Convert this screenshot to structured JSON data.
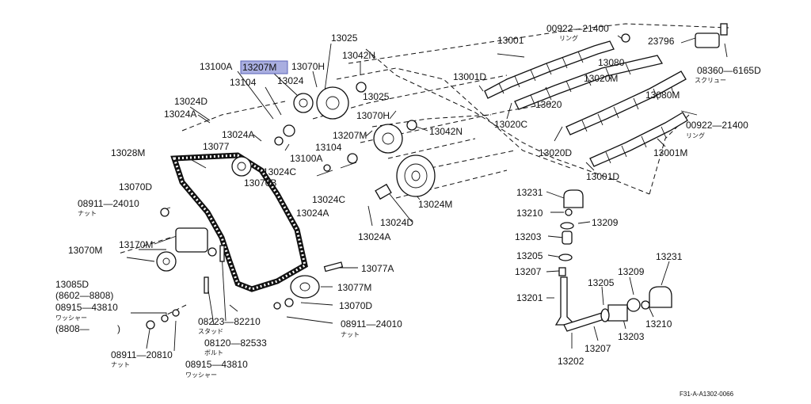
{
  "diagram": {
    "highlighted_part": "13207M",
    "footer_code": "F31-A-A1302-0066",
    "labels": [
      {
        "id": "l1",
        "text": "13025"
      },
      {
        "id": "l2",
        "text": "00922—21400"
      },
      {
        "id": "l3",
        "text": "リング"
      },
      {
        "id": "l4",
        "text": "13001"
      },
      {
        "id": "l5",
        "text": "23796"
      },
      {
        "id": "l6",
        "text": "13100A"
      },
      {
        "id": "l7",
        "text": "13207M"
      },
      {
        "id": "l8",
        "text": "13070H"
      },
      {
        "id": "l9",
        "text": "13042N"
      },
      {
        "id": "l10",
        "text": "13080"
      },
      {
        "id": "l11",
        "text": "08360—6165D"
      },
      {
        "id": "l12",
        "text": "スクリュー"
      },
      {
        "id": "l13",
        "text": "13104"
      },
      {
        "id": "l14",
        "text": "13024"
      },
      {
        "id": "l15",
        "text": "13001D"
      },
      {
        "id": "l16",
        "text": "13020M"
      },
      {
        "id": "l17",
        "text": "13024D"
      },
      {
        "id": "l18",
        "text": "13024A"
      },
      {
        "id": "l19",
        "text": "13025"
      },
      {
        "id": "l20",
        "text": "13020"
      },
      {
        "id": "l21",
        "text": "13080M"
      },
      {
        "id": "l22",
        "text": "13070H"
      },
      {
        "id": "l23",
        "text": "13024A"
      },
      {
        "id": "l24",
        "text": "13207M"
      },
      {
        "id": "l25",
        "text": "13042N"
      },
      {
        "id": "l26",
        "text": "13020C"
      },
      {
        "id": "l27",
        "text": "00922—21400"
      },
      {
        "id": "l28",
        "text": "リング"
      },
      {
        "id": "l29",
        "text": "13028M"
      },
      {
        "id": "l30",
        "text": "13077"
      },
      {
        "id": "l31",
        "text": "13104"
      },
      {
        "id": "l32",
        "text": "13100A"
      },
      {
        "id": "l33",
        "text": "13020D"
      },
      {
        "id": "l34",
        "text": "13001M"
      },
      {
        "id": "l35",
        "text": "13024C"
      },
      {
        "id": "l36",
        "text": "13070D"
      },
      {
        "id": "l37",
        "text": "13070B"
      },
      {
        "id": "l38",
        "text": "13024C"
      },
      {
        "id": "l39",
        "text": "13001D"
      },
      {
        "id": "l40",
        "text": "08911—24010"
      },
      {
        "id": "l41",
        "text": "ナット"
      },
      {
        "id": "l42",
        "text": "13024A"
      },
      {
        "id": "l43",
        "text": "13024M"
      },
      {
        "id": "l44",
        "text": "13231"
      },
      {
        "id": "l45",
        "text": "13210"
      },
      {
        "id": "l46",
        "text": "13024D"
      },
      {
        "id": "l47",
        "text": "13209"
      },
      {
        "id": "l48",
        "text": "13024A"
      },
      {
        "id": "l49",
        "text": "13203"
      },
      {
        "id": "l50",
        "text": "13070M"
      },
      {
        "id": "l51",
        "text": "13170M"
      },
      {
        "id": "l52",
        "text": "13205"
      },
      {
        "id": "l53",
        "text": "13231"
      },
      {
        "id": "l54",
        "text": "13077A"
      },
      {
        "id": "l55",
        "text": "13207"
      },
      {
        "id": "l56",
        "text": "13209"
      },
      {
        "id": "l57",
        "text": "13085D"
      },
      {
        "id": "l58",
        "text": "(8602—8808)"
      },
      {
        "id": "l59",
        "text": "13077M"
      },
      {
        "id": "l60",
        "text": "13205"
      },
      {
        "id": "l61",
        "text": "08915—43810"
      },
      {
        "id": "l62",
        "text": "13201"
      },
      {
        "id": "l63",
        "text": "ワッシャー"
      },
      {
        "id": "l64",
        "text": "13070D"
      },
      {
        "id": "l65",
        "text": "(8808—"
      },
      {
        "id": "l66",
        "text": ")"
      },
      {
        "id": "l67",
        "text": "08223—82210"
      },
      {
        "id": "l68",
        "text": "スタッド"
      },
      {
        "id": "l69",
        "text": "08911—24010"
      },
      {
        "id": "l70",
        "text": "ナット"
      },
      {
        "id": "l71",
        "text": "13210"
      },
      {
        "id": "l72",
        "text": "13203"
      },
      {
        "id": "l73",
        "text": "08120—82533"
      },
      {
        "id": "l74",
        "text": "ボルト"
      },
      {
        "id": "l75",
        "text": "13207"
      },
      {
        "id": "l76",
        "text": "08911—20810"
      },
      {
        "id": "l77",
        "text": "ナット"
      },
      {
        "id": "l78",
        "text": "13202"
      },
      {
        "id": "l79",
        "text": "08915—43810"
      },
      {
        "id": "l80",
        "text": "ワッシャー"
      }
    ]
  }
}
